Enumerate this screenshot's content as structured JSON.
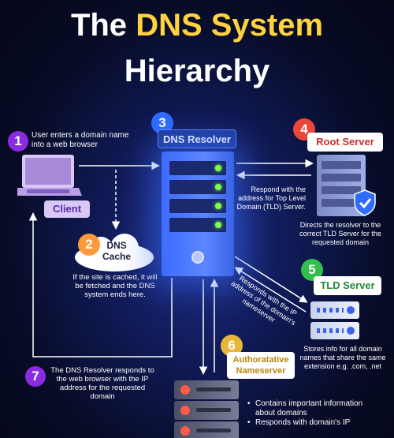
{
  "title": {
    "line1_prefix": "The",
    "line1_highlight": "DNS System",
    "line2": "Hierarchy"
  },
  "steps": [
    {
      "number": "1",
      "text": "User enters a domain name into a web browser"
    },
    {
      "number": "2",
      "label": "DNS Cache",
      "text": "If the site is cached, it will be fetched and the DNS system ends here."
    },
    {
      "number": "3",
      "label": "DNS Resolver"
    },
    {
      "number": "4",
      "label": "Root Server",
      "text": "Directs the resolver to the correct TLD Server for the requested domain"
    },
    {
      "number": "5",
      "label": "TLD Server",
      "text": "Stores info for all domain names that share the same extension e.g. .com, .net"
    },
    {
      "number": "6",
      "label": "Authoratative Nameserver",
      "bullets": [
        "Contains important information about domains",
        "Responds with domain's IP"
      ]
    },
    {
      "number": "7",
      "text": "The DNS Resolver responds to the web browser with the IP address for the requested domain"
    }
  ],
  "client_label": "Client",
  "annotations": {
    "root_response": "Respond with the address for Top Level Domain (TLD) Server.",
    "tld_response": "Responds with the IP address of the domain's nameserver"
  },
  "colors": {
    "step1": "#8a2be2",
    "step2": "#ff9a3c",
    "step3": "#2f6bff",
    "step4": "#e8473a",
    "step5": "#2fbf4a",
    "step6": "#e8b73a",
    "step7": "#8a2be2",
    "highlight": "#ffd23f"
  }
}
